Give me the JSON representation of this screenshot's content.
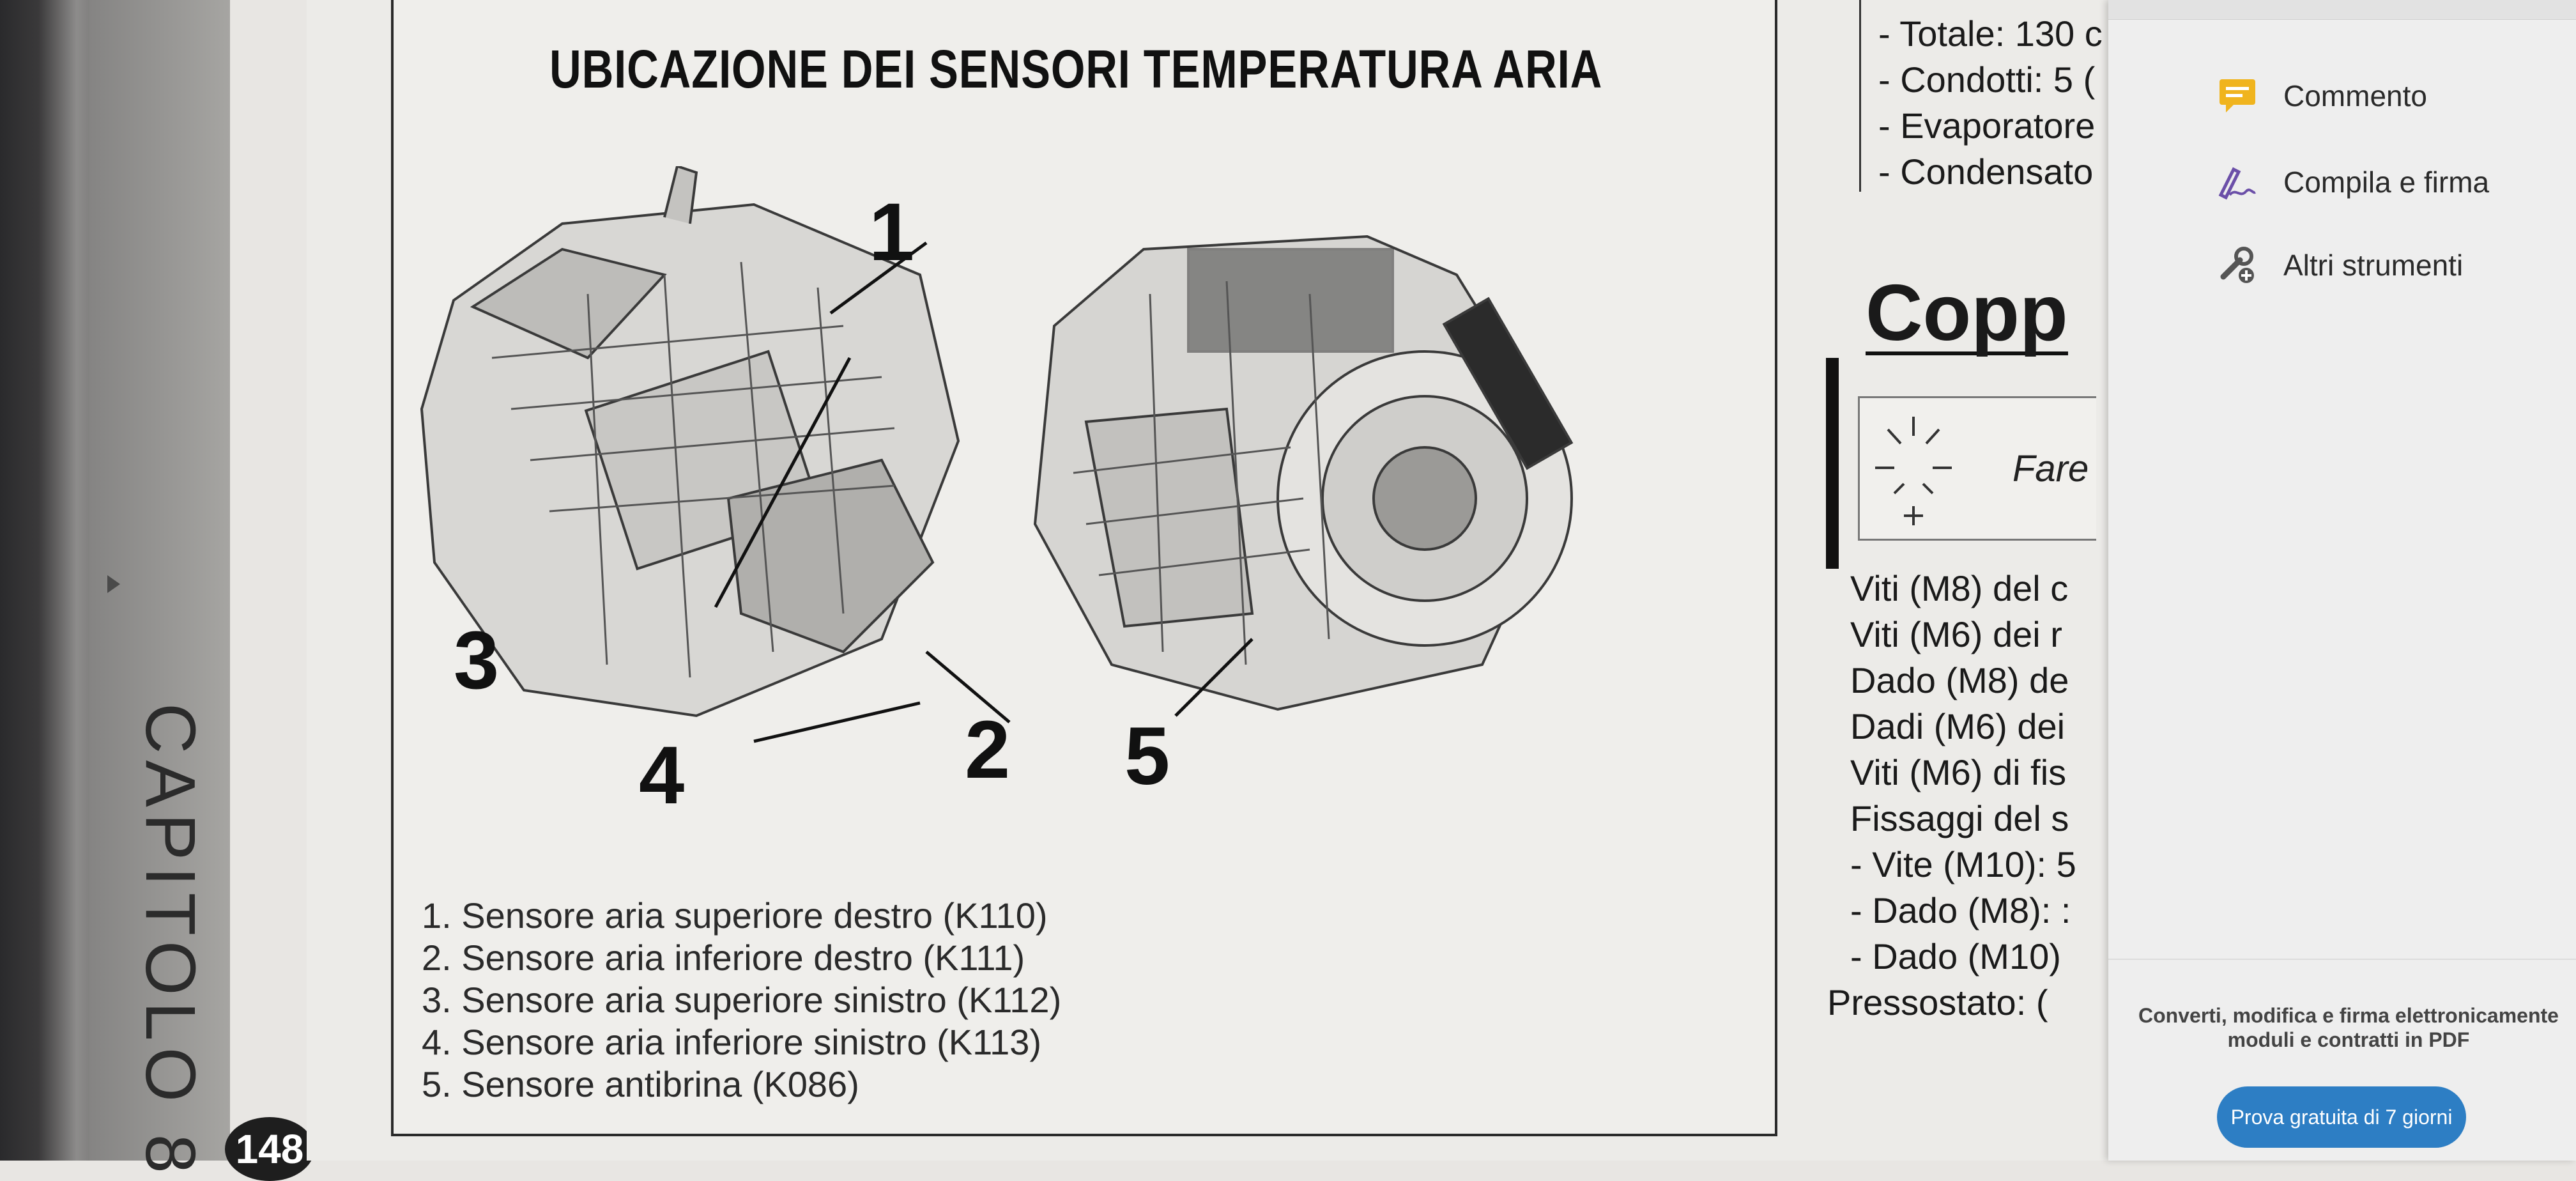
{
  "left": {
    "chapter_label": "CAPITOLO 8",
    "page_number": "148"
  },
  "figure": {
    "title": "UBICAZIONE DEI SENSORI TEMPERATURA ARIA",
    "callouts": [
      "1",
      "2",
      "3",
      "4",
      "5"
    ],
    "legend": [
      "1. Sensore aria superiore destro (K110)",
      "2. Sensore aria inferiore destro (K111)",
      "3. Sensore aria superiore sinistro (K112)",
      "4. Sensore aria inferiore sinistro (K113)",
      "5. Sensore antibrina (K086)"
    ]
  },
  "right_column": {
    "top_specs": [
      "- Totale: 130 c",
      "- Condotti: 5 (",
      "- Evaporatore",
      "- Condensato"
    ],
    "section_heading": "Copp",
    "note_text": "Fare",
    "specs": [
      "Viti (M8) del c",
      "Viti (M6) dei r",
      "Dado (M8) de",
      "Dadi (M6) dei",
      "Viti (M6) di fis",
      "Fissaggi del s",
      "- Vite (M10): 5",
      "- Dado (M8): :",
      "- Dado (M10)",
      "Pressostato: ("
    ]
  },
  "side_panel": {
    "tools": [
      {
        "label": "Commento",
        "icon": "comment-icon"
      },
      {
        "label": "Compila e firma",
        "icon": "fill-sign-icon"
      },
      {
        "label": "Altri strumenti",
        "icon": "more-tools-icon"
      }
    ],
    "promo_line1": "Converti, modifica e firma elettronicamente",
    "promo_line2": "moduli e contratti in PDF",
    "trial_button": "Prova gratuita di 7 giorni"
  },
  "colors": {
    "accent_blue": "#2d7ec4",
    "comment_yellow": "#f0b41e",
    "sign_purple": "#6b4fa8"
  }
}
